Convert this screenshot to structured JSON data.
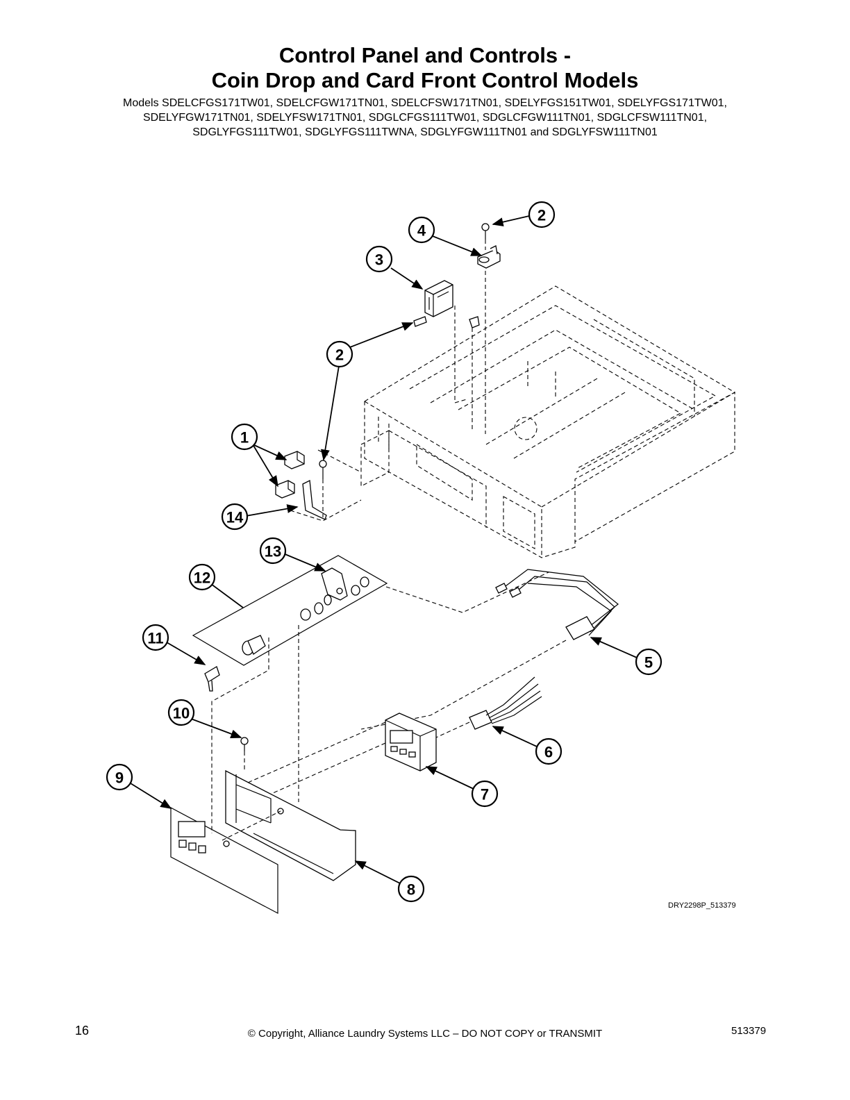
{
  "header": {
    "title_line1": "Control Panel and Controls -",
    "title_line2": "Coin Drop and Card Front Control Models",
    "models_lines": [
      "Models SDELCFGS171TW01, SDELCFGW171TN01, SDELCFSW171TN01, SDELYFGS151TW01, SDELYFGS171TW01,",
      "SDELYFGW171TN01, SDELYFSW171TN01, SDGLCFGS111TW01, SDGLCFGW111TN01, SDGLCFSW111TN01,",
      "SDGLYFGS111TW01, SDGLYFGS111TWNA, SDGLYFGW111TN01 and SDGLYFSW111TN01"
    ]
  },
  "diagram": {
    "callouts": [
      "1",
      "2",
      "2",
      "3",
      "4",
      "5",
      "6",
      "7",
      "8",
      "9",
      "10",
      "11",
      "12",
      "13",
      "14"
    ],
    "drawing_code": "DRY2298P_513379"
  },
  "footer": {
    "page_number": "16",
    "copyright": "© Copyright, Alliance Laundry Systems LLC – DO NOT COPY or TRANSMIT",
    "doc_number": "513379"
  }
}
